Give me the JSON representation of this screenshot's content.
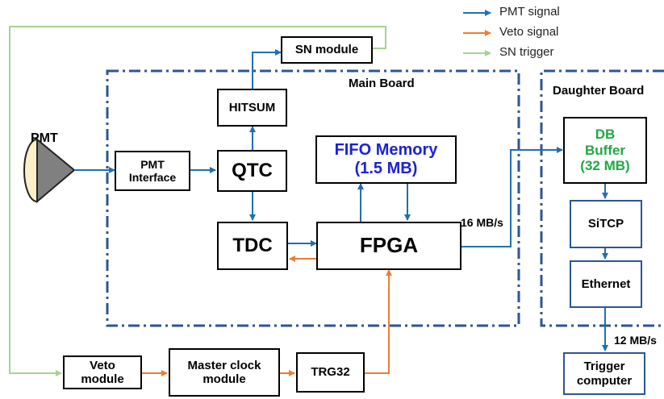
{
  "legend": {
    "pmt_signal": "PMT signal",
    "veto_signal": "Veto signal",
    "sn_trigger": "SN  trigger"
  },
  "colors": {
    "pmt_signal": "#1f6fb4",
    "veto_signal": "#ed7d31",
    "sn_trigger": "#a9d18e",
    "frame": "#2d5593"
  },
  "groups": {
    "main_board": "Main Board",
    "daughter_board": "Daughter Board"
  },
  "blocks": {
    "pmt": "PMT",
    "pmt_interface": [
      "PMT",
      "Interface"
    ],
    "qtc": "QTC",
    "hitsum": "HITSUM",
    "sn_module": "SN module",
    "tdc": "TDC",
    "fpga": "FPGA",
    "fifo_memory": [
      "FIFO Memory",
      "(1.5 MB)"
    ],
    "db_buffer": [
      "DB",
      "Buffer",
      "(32 MB)"
    ],
    "sitcp": "SiTCP",
    "ethernet": "Ethernet",
    "trigger_computer": [
      "Trigger",
      "computer"
    ],
    "veto_module": [
      "Veto",
      "module"
    ],
    "master_clock_module": [
      "Master clock",
      "module"
    ],
    "trg32": "TRG32"
  },
  "rates": {
    "fpga_to_db": "16 MB/s",
    "ethernet_to_computer": "12 MB/s"
  }
}
